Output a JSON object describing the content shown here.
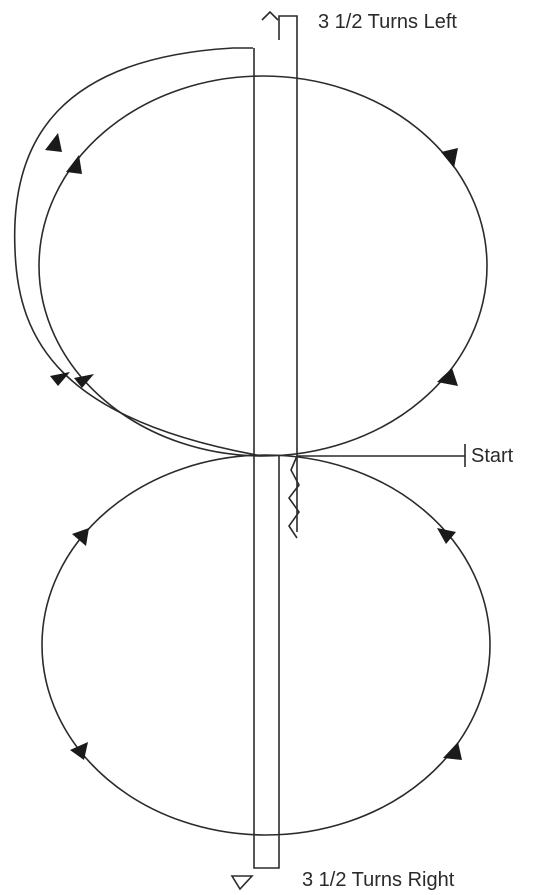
{
  "labels": {
    "turns_left": "3 1/2  Turns Left",
    "start": "Start",
    "turns_right": "3 1/2  Turns Right"
  },
  "colors": {
    "line": "#2b2b2b",
    "arrow": "#1a1a1a",
    "background": "#ffffff"
  }
}
